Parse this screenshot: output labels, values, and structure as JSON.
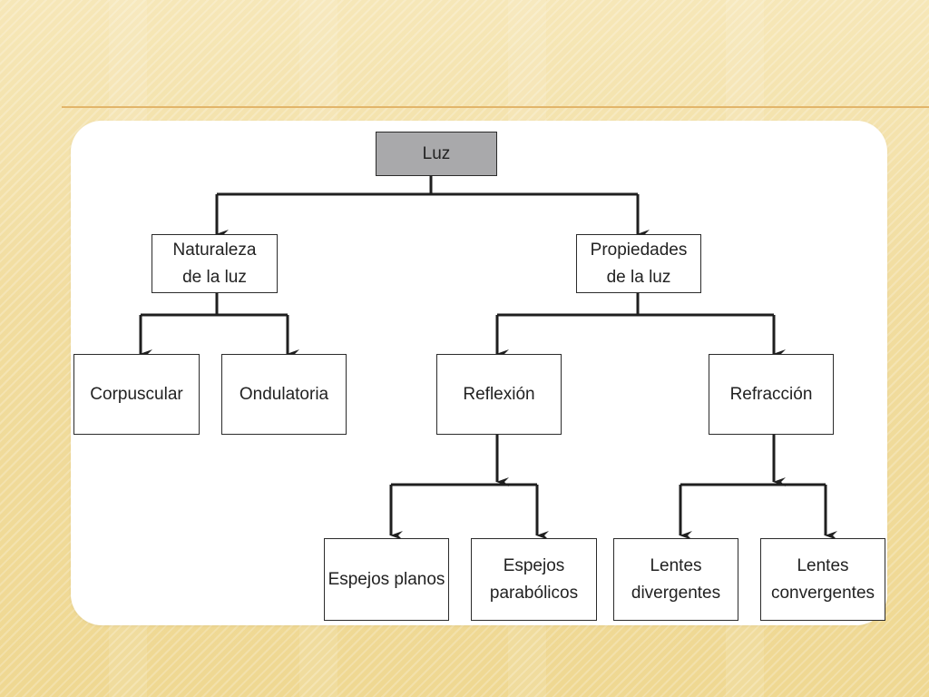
{
  "diagram": {
    "root": "Luz",
    "level1": [
      "Naturaleza\nde la luz",
      "Propiedades\nde la luz"
    ],
    "naturaleza_children": [
      "Corpuscular",
      "Ondulatoria"
    ],
    "propiedades_children": [
      "Reflexión",
      "Refracción"
    ],
    "reflexion_children": [
      "Espejos planos",
      "Espejos\nparabólicos"
    ],
    "refraccion_children": [
      "Lentes\ndivergentes",
      "Lentes\nconvergentes"
    ]
  },
  "colors": {
    "background": "#f3e1a8",
    "accent_line": "#e2b56a",
    "root_fill": "#a9a9ab",
    "stroke": "#1f1f1f"
  }
}
